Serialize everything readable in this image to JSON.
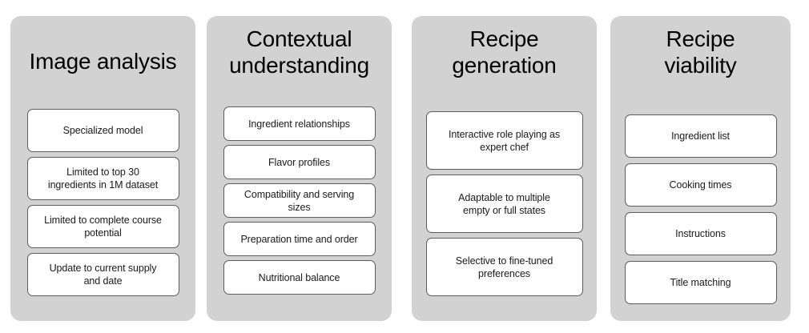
{
  "diagram": {
    "type": "four-column-capability-breakdown",
    "background_color": "#ffffff",
    "panel_color": "#d2d2d2",
    "box_fill_color": "#ffffff",
    "box_border_color": "#5c5c5c",
    "text_color": "#000000",
    "columns": [
      {
        "id": "image-analysis",
        "title": "Image analysis",
        "items": [
          {
            "label": "Specialized model"
          },
          {
            "label": "Limited to top 30\ningredients in 1M dataset"
          },
          {
            "label": "Limited to complete course\npotential"
          },
          {
            "label": "Update to current supply\nand date"
          }
        ]
      },
      {
        "id": "contextual-understanding",
        "title": "Contextual\nunderstanding",
        "items": [
          {
            "label": "Ingredient relationships"
          },
          {
            "label": "Flavor profiles"
          },
          {
            "label": "Compatibility and serving\nsizes"
          },
          {
            "label": "Preparation time and order"
          },
          {
            "label": "Nutritional balance"
          }
        ]
      },
      {
        "id": "recipe-generation",
        "title": "Recipe\ngeneration",
        "items": [
          {
            "label": "Interactive role playing as\nexpert chef"
          },
          {
            "label": "Adaptable to multiple\nempty or full states"
          },
          {
            "label": "Selective to fine-tuned\npreferences"
          }
        ]
      },
      {
        "id": "recipe-viability",
        "title": "Recipe\nviability",
        "items": [
          {
            "label": "Ingredient list"
          },
          {
            "label": "Cooking times"
          },
          {
            "label": "Instructions"
          },
          {
            "label": "Title matching"
          }
        ]
      }
    ]
  }
}
